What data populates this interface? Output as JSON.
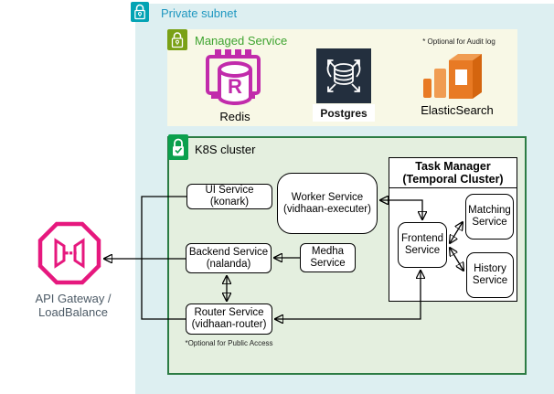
{
  "private_subnet": {
    "label": "Private subnet"
  },
  "managed_service": {
    "label": "Managed Service",
    "redis": {
      "label": "Redis"
    },
    "postgres": {
      "label": "Postgres"
    },
    "elasticsearch": {
      "label": "ElasticSearch",
      "note": "* Optional for Audit log"
    }
  },
  "k8s_cluster": {
    "label": "K8S cluster",
    "services": {
      "ui": {
        "line1": "UI Service",
        "line2": "(konark)"
      },
      "worker": {
        "line1": "Worker Service",
        "line2": "(vidhaan-executer)"
      },
      "backend": {
        "line1": "Backend Service",
        "line2": "(nalanda)"
      },
      "medha": {
        "line1": "Medha",
        "line2": "Service"
      },
      "router": {
        "line1": "Router Service",
        "line2": "(vidhaan-router)",
        "note": "*Optional for Public Access"
      }
    },
    "task_manager": {
      "title_line1": "Task Manager",
      "title_line2": "(Temporal Cluster)",
      "frontend": {
        "line1": "Frontend",
        "line2": "Service"
      },
      "matching": {
        "line1": "Matching",
        "line2": "Service"
      },
      "history": {
        "line1": "History",
        "line2": "Service"
      }
    }
  },
  "api_gateway": {
    "label": "API Gateway / LoadBalance"
  },
  "colors": {
    "private_subnet_bg": "#ddeff1",
    "private_subnet_accent": "#02a3b4",
    "managed_service_bg": "#f8f8e6",
    "managed_service_accent": "#7aa116",
    "managed_service_text": "#3da32f",
    "k8s_bg": "#e4efdf",
    "k8s_border": "#2c7c44",
    "k8s_badge": "#0ba04d",
    "redis_magenta": "#c12bab",
    "postgres_navy": "#232f3e",
    "elasticsearch_orange": "#e87a24",
    "api_gateway_pink": "#e6187e"
  }
}
